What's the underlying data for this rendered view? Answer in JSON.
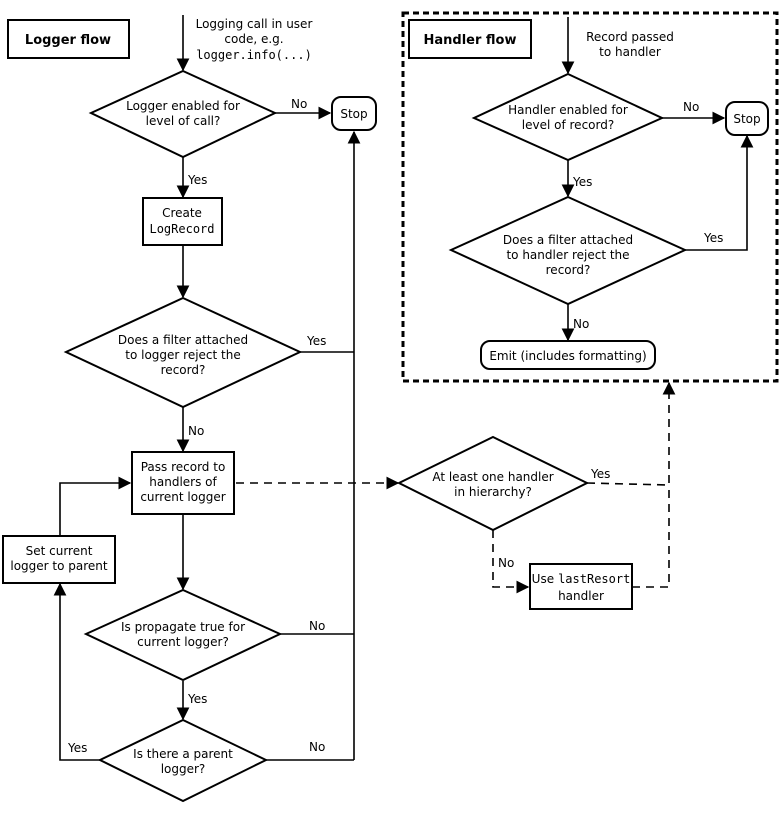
{
  "titles": {
    "logger_flow": "Logger flow",
    "handler_flow": "Handler flow"
  },
  "logger": {
    "entry_note": [
      "Logging call in user",
      "code, e.g."
    ],
    "entry_code": "logger.info(...)",
    "enabled_q": [
      "Logger enabled for",
      "level of call?"
    ],
    "create_label": "Create",
    "create_code": "LogRecord",
    "filter_q": [
      "Does a filter attached",
      "to logger reject the",
      "record?"
    ],
    "pass_record": [
      "Pass record to",
      "handlers of",
      "current logger"
    ],
    "propagate_q": [
      "Is propagate true for",
      "current logger?"
    ],
    "parent_q": [
      "Is there a parent",
      "logger?"
    ],
    "set_parent": [
      "Set current",
      "logger to parent"
    ],
    "stop": "Stop"
  },
  "middle": {
    "at_least_one": [
      "At least one handler",
      "in hierarchy?"
    ],
    "use_label": "Use",
    "use_code": "lastResort",
    "use_handler": "handler"
  },
  "handler": {
    "entry_note": [
      "Record passed",
      "to handler"
    ],
    "enabled_q": [
      "Handler enabled for",
      "level of record?"
    ],
    "filter_q": [
      "Does a filter attached",
      "to handler reject the",
      "record?"
    ],
    "emit": "Emit (includes formatting)",
    "stop": "Stop"
  },
  "edge_labels": {
    "yes": "Yes",
    "no": "No"
  }
}
